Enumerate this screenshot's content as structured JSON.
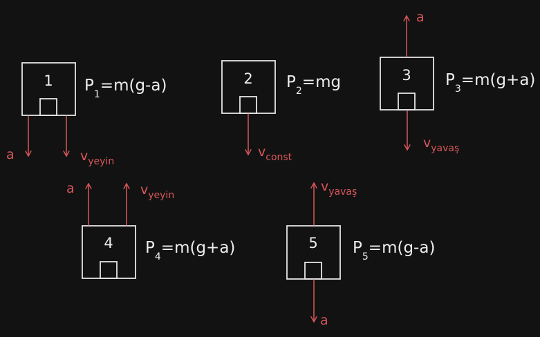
{
  "boxes": [
    {
      "number": "1",
      "formula": {
        "p": "P",
        "sub": "1",
        "rest": "=m(g-a)"
      },
      "labels": {
        "a": "a",
        "v": "v",
        "v_sub": "yeyin"
      }
    },
    {
      "number": "2",
      "formula": {
        "p": "P",
        "sub": "2",
        "rest": "=mg"
      },
      "labels": {
        "v": "v",
        "v_sub": "const"
      }
    },
    {
      "number": "3",
      "formula": {
        "p": "P",
        "sub": "3",
        "rest": "=m(g+a)"
      },
      "labels": {
        "a": "a",
        "v": "v",
        "v_sub": "yavaş"
      }
    },
    {
      "number": "4",
      "formula": {
        "p": "P",
        "sub": "4",
        "rest": "=m(g+a)"
      },
      "labels": {
        "a": "a",
        "v": "v",
        "v_sub": "yeyin"
      }
    },
    {
      "number": "5",
      "formula": {
        "p": "P",
        "sub": "5",
        "rest": "=m(g-a)"
      },
      "labels": {
        "a": "a",
        "v": "v",
        "v_sub": "yavaş"
      }
    }
  ],
  "colors": {
    "background": "#121212",
    "box_stroke": "#e6e6e6",
    "arrow": "#d9575a",
    "text": "#ededed"
  }
}
